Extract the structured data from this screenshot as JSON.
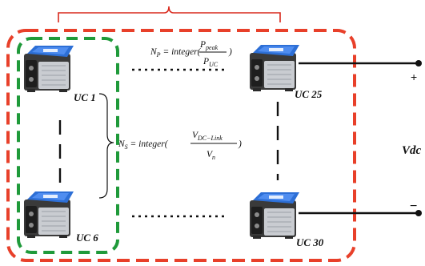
{
  "modules": [
    {
      "id": "uc1",
      "label": "UC 1"
    },
    {
      "id": "uc6",
      "label": "UC 6"
    },
    {
      "id": "uc25",
      "label": "UC 25"
    },
    {
      "id": "uc30",
      "label": "UC 30"
    }
  ],
  "equations": {
    "parallel": {
      "lhs_var": "N",
      "lhs_sub": "P",
      "func": " = integer(",
      "num_var": "P",
      "num_sub": "peak",
      "den_var": "P",
      "den_sub": "UC",
      "close": ")"
    },
    "series": {
      "lhs_var": "N",
      "lhs_sub": "S",
      "func": " = integer(",
      "num_var": "V",
      "num_sub": "DC−Link",
      "den_var": "V",
      "den_sub": "n",
      "close": ")"
    }
  },
  "terminals": {
    "positive": "+",
    "negative": "−",
    "voltage_label": "Vdc"
  },
  "colors": {
    "outer_border": "#e8402a",
    "series_border": "#1f9a3a",
    "brace": "#d9281c",
    "wire": "#111111",
    "module_body": "#3a3a3a",
    "module_top": "#2d6fd6",
    "module_steel": "#c9ccd1"
  }
}
